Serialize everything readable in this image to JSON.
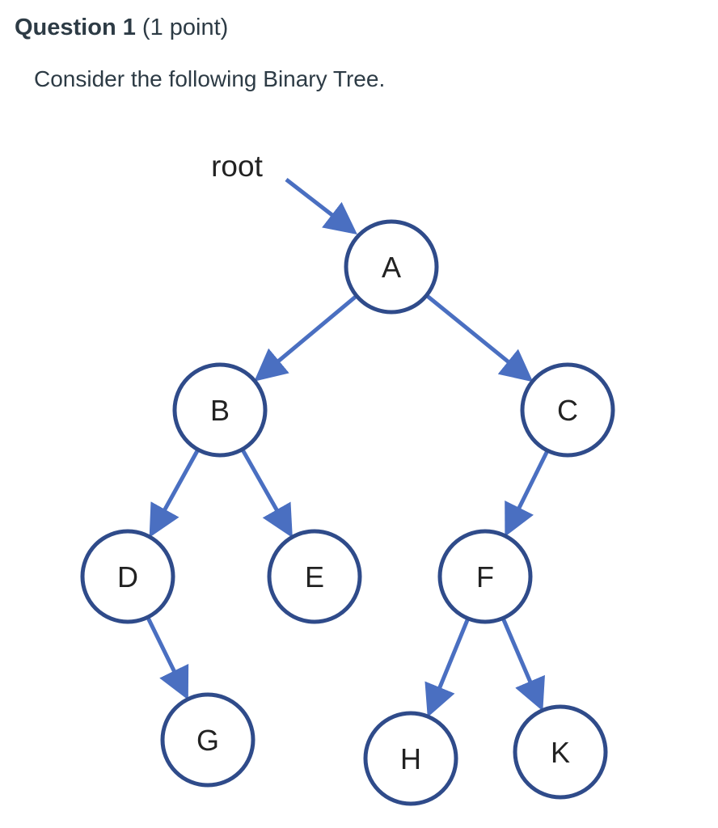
{
  "question": {
    "title": "Question 1",
    "points": "(1 point)"
  },
  "prompt": "Consider the following Binary Tree.",
  "diagram": {
    "root_label": "root",
    "node_stroke": "#2f4b8a",
    "edge_color": "#4a6fc1",
    "nodes": [
      {
        "id": "A",
        "label": "A"
      },
      {
        "id": "B",
        "label": "B"
      },
      {
        "id": "C",
        "label": "C"
      },
      {
        "id": "D",
        "label": "D"
      },
      {
        "id": "E",
        "label": "E"
      },
      {
        "id": "F",
        "label": "F"
      },
      {
        "id": "G",
        "label": "G"
      },
      {
        "id": "H",
        "label": "H"
      },
      {
        "id": "K",
        "label": "K"
      }
    ],
    "edges": [
      {
        "from": "A",
        "to": "B"
      },
      {
        "from": "A",
        "to": "C"
      },
      {
        "from": "B",
        "to": "D"
      },
      {
        "from": "B",
        "to": "E"
      },
      {
        "from": "C",
        "to": "F"
      },
      {
        "from": "D",
        "to": "G"
      },
      {
        "from": "F",
        "to": "H"
      },
      {
        "from": "F",
        "to": "K"
      }
    ]
  }
}
